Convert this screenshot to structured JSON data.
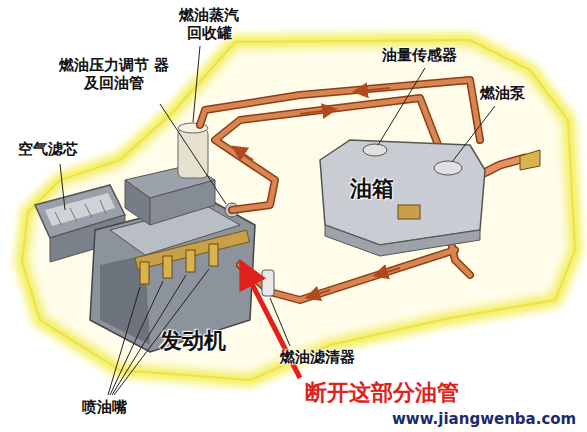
{
  "diagram": {
    "labels": [
      "燃油蒸汽 回收罐",
      "燃油压力调节 器及回油管",
      "油量传感器",
      "燃油泵",
      "空气滤芯",
      "油箱",
      "发动机",
      "燃油滤清器",
      "喷油嘴",
      "断开这部分油管",
      "www.jiangwenba.com"
    ]
  }
}
